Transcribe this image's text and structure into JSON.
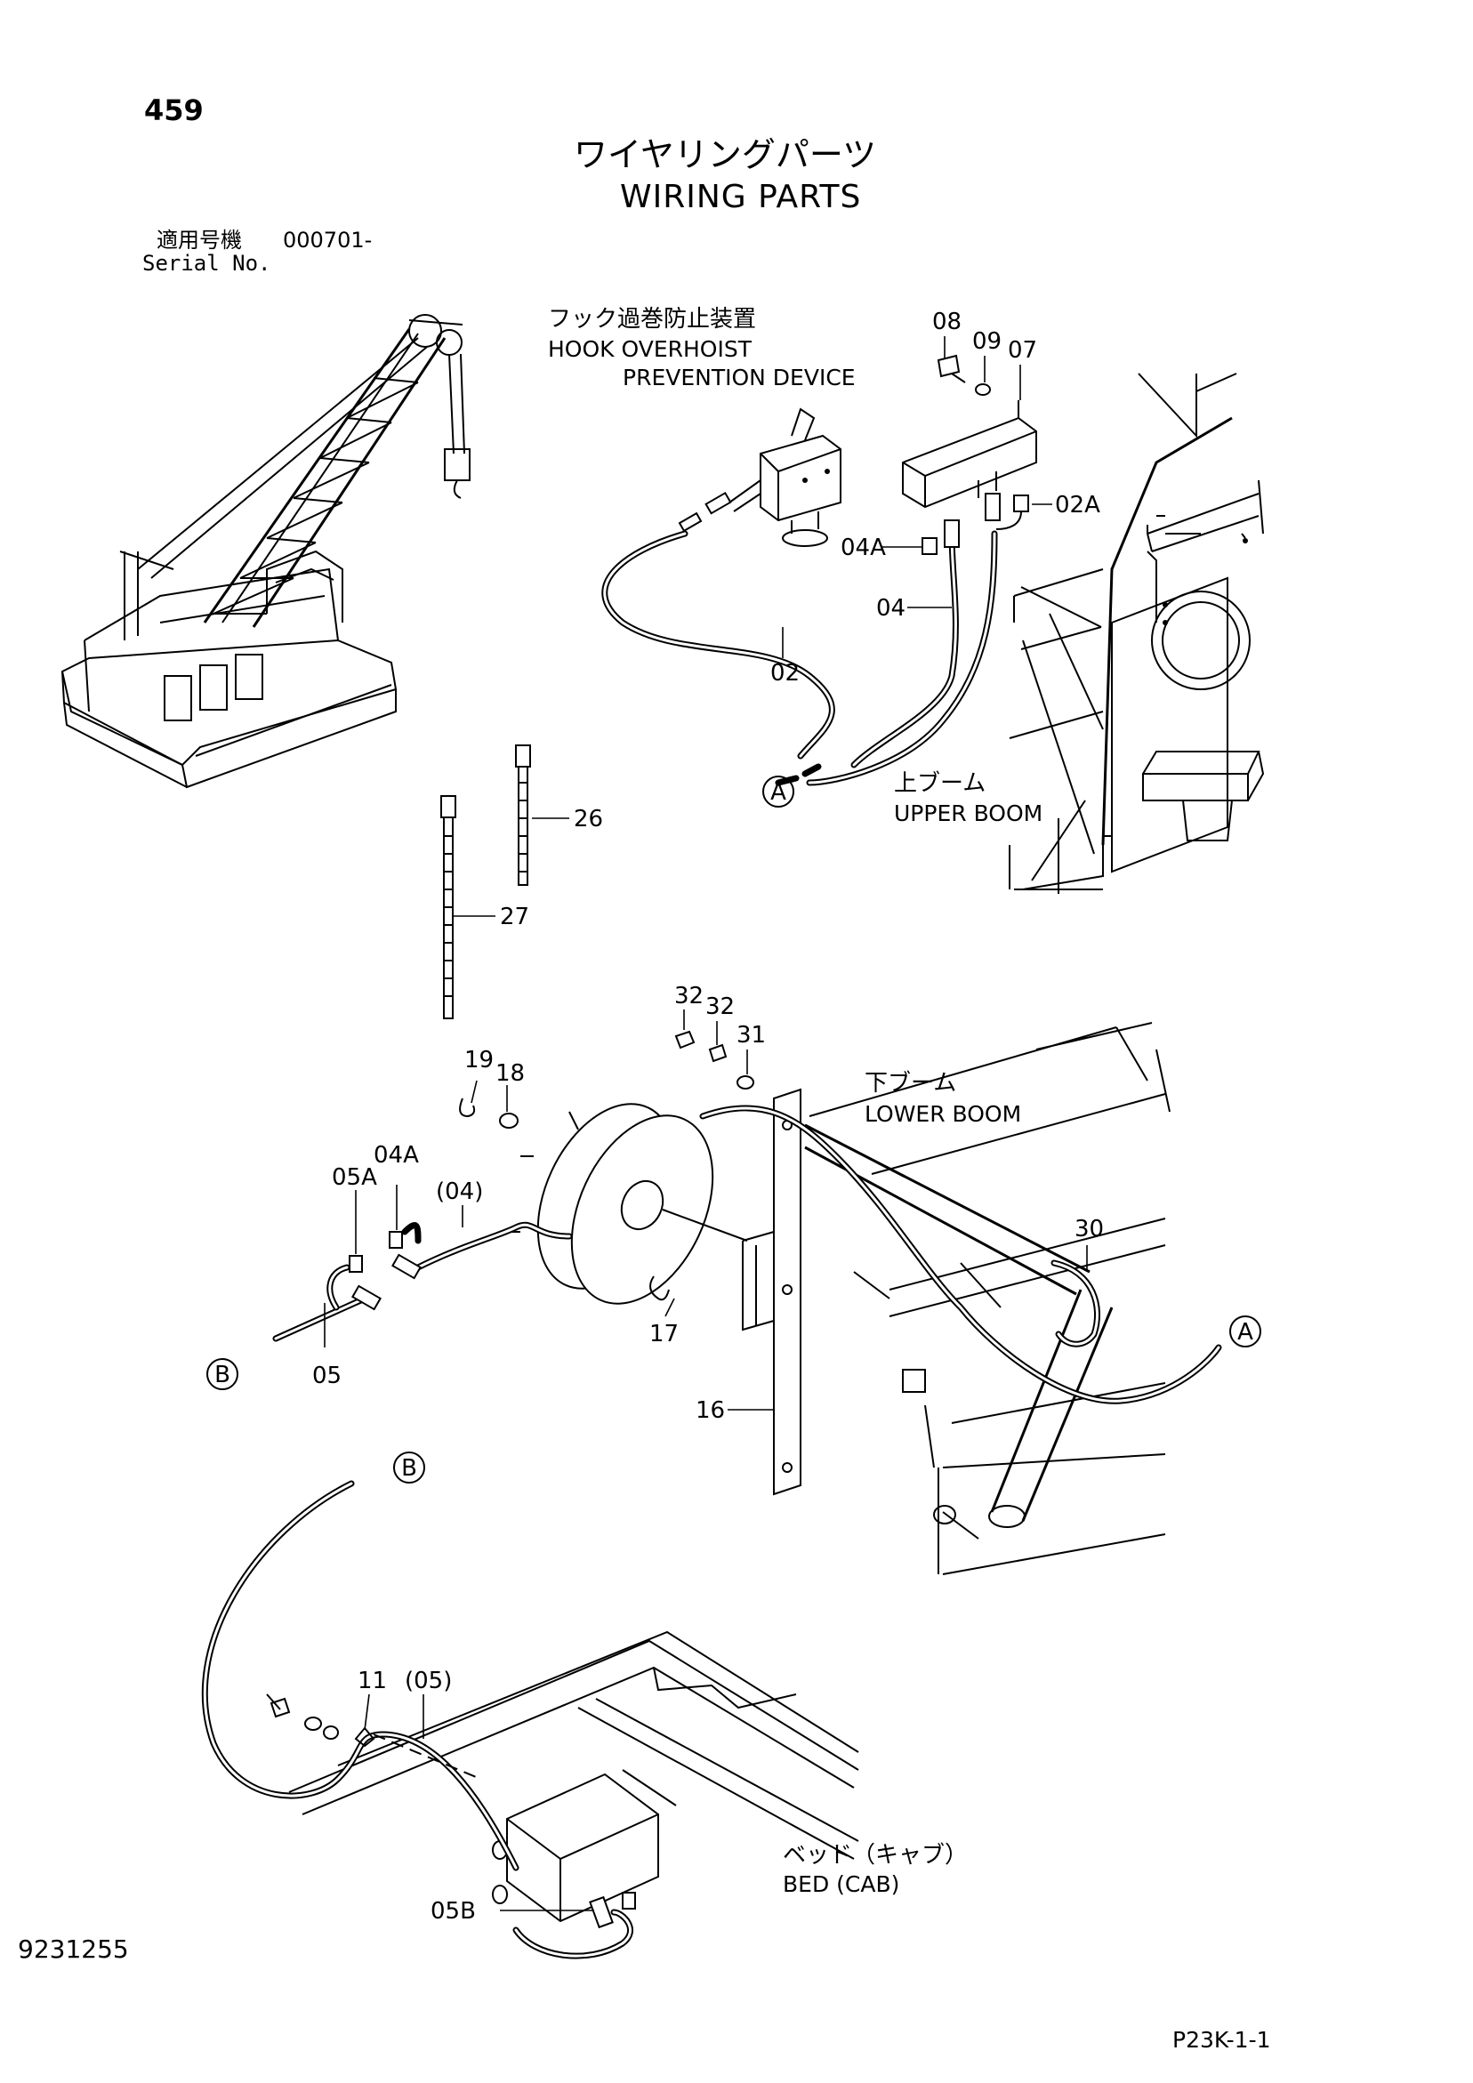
{
  "page_number": "459",
  "title_jp": "ワイヤリングパーツ",
  "title_en": "WIRING PARTS",
  "serial": {
    "label_jp": "適用号機",
    "value": "000701-",
    "label_en": "Serial No."
  },
  "callouts": {
    "hook_device_jp": "フック過巻防止装置",
    "hook_device_en_1": "HOOK OVERHOIST",
    "hook_device_en_2": "PREVENTION DEVICE",
    "upper_boom_jp": "上ブーム",
    "upper_boom_en": "UPPER BOOM",
    "lower_boom_jp": "下ブーム",
    "lower_boom_en": "LOWER BOOM",
    "bed_jp": "ベッド（キャブ）",
    "bed_en": "BED (CAB)"
  },
  "markers": {
    "a": "A",
    "b": "B"
  },
  "part_labels": {
    "p02": "02",
    "p02a": "02A",
    "p04": "04",
    "p04a": "04A",
    "p05": "05",
    "p05a": "05A",
    "p05b": "05B",
    "p04_paren": "(04)",
    "p07": "07",
    "p08": "08",
    "p09": "09",
    "p11": "11",
    "p05_paren": "(05)",
    "p16": "16",
    "p17": "17",
    "p18": "18",
    "p19": "19",
    "p26": "26",
    "p27": "27",
    "p30": "30",
    "p31": "31",
    "p32": "32"
  },
  "doc_number": "9231255",
  "page_code": "P23K-1-1"
}
